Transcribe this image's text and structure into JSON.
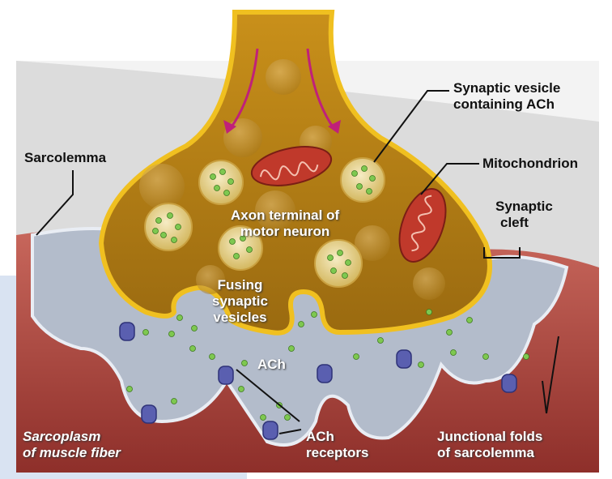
{
  "labels": {
    "synaptic_vesicle": [
      "Synaptic vesicle",
      "containing ACh"
    ],
    "mitochondrion": "Mitochondrion",
    "sarcolemma": "Sarcolemma",
    "synaptic_cleft": [
      "Synaptic",
      "cleft"
    ],
    "axon_terminal": [
      "Axon terminal of",
      "motor neuron"
    ],
    "fusing_vesicles": [
      "Fusing",
      "synaptic",
      "vesicles"
    ],
    "ach": "ACh",
    "ach_receptors": [
      "ACh",
      "receptors"
    ],
    "sarcoplasm": [
      "Sarcoplasm",
      "of muscle fiber"
    ],
    "junctional_folds": [
      "Junctional folds",
      "of sarcolemma"
    ]
  },
  "colors": {
    "axon": "#b8860b",
    "axon_outline": "#f0c020",
    "muscle": "#a8423a",
    "cleft": "#a9b3c4",
    "vesicle": "#e8d9a0",
    "ach_dot": "#7ec850",
    "receptor": "#5a5fb0",
    "mitochondrion": "#c0392b",
    "arrow": "#c0207a"
  }
}
